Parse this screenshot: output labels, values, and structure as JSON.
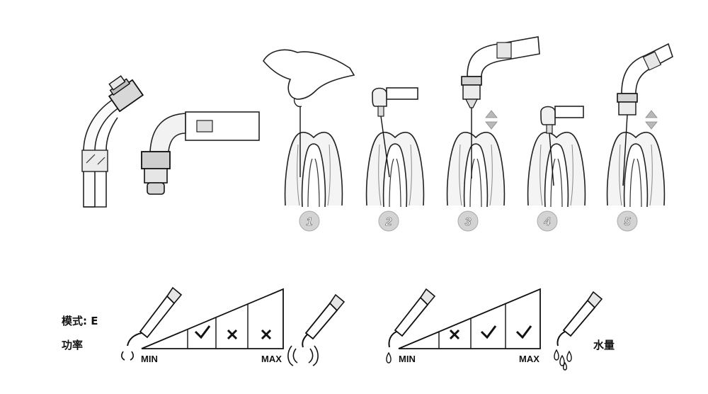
{
  "steps": [
    "1",
    "2",
    "3",
    "4",
    "5"
  ],
  "power_panel": {
    "mode_label": "模式: E",
    "power_label": "功率",
    "min_label": "MIN",
    "max_label": "MAX",
    "marks": [
      "check",
      "cross",
      "cross"
    ]
  },
  "water_panel": {
    "water_label": "水量",
    "min_label": "MIN",
    "max_label": "MAX",
    "marks": [
      "cross",
      "check",
      "check"
    ]
  },
  "colors": {
    "ink": "#111111",
    "badge": "#cfcfcf",
    "tip": "#dcdcdc"
  }
}
